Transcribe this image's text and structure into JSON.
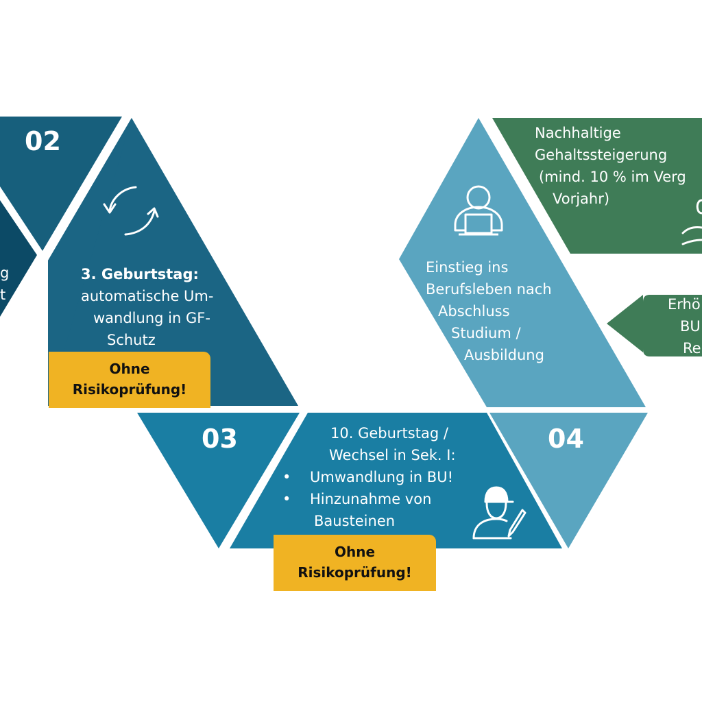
{
  "colors": {
    "navy": "#0c4a66",
    "dark_teal": "#175f7c",
    "teal": "#1b6584",
    "mid_blue": "#1a7ea3",
    "light_blue": "#5aa5c0",
    "green": "#3f7c57",
    "badge": "#f0b323",
    "white": "#ffffff"
  },
  "left_fragment": {
    "lines": [
      "g",
      "t"
    ]
  },
  "step02": {
    "number": "02"
  },
  "step02_detail": {
    "icon": "refresh-arrows-icon",
    "title": "3. Geburtstag:",
    "lines": [
      "automatische Um-",
      "wandlung in GF-",
      "Schutz"
    ],
    "badge": [
      "Ohne",
      "Risikoprüfung!"
    ]
  },
  "step03": {
    "number": "03"
  },
  "step03_detail": {
    "lines": [
      "10. Geburtstag /",
      "Wechsel in Sek. I:"
    ],
    "bullets": [
      "Umwandlung in BU!",
      "Hinzunahme von",
      "Bausteinen"
    ],
    "bullet_char": "•",
    "icon": "student-writing-icon",
    "badge": [
      "Ohne",
      "Risikoprüfung!"
    ]
  },
  "step04": {
    "number": "04"
  },
  "step04_detail": {
    "icon": "person-laptop-icon",
    "lines": [
      "Einstieg ins",
      "Berufsleben nach",
      "Abschluss",
      "Studium /",
      "Ausbildung"
    ]
  },
  "salary_box": {
    "lines": [
      "Nachhaltige",
      "Gehaltssteigerung",
      "(mind. 10 % im Verg",
      "Vorjahr)"
    ],
    "icon": "money-hand-icon"
  },
  "increase_arrow": {
    "lines": [
      "Erhö",
      "BU",
      "Re"
    ]
  }
}
